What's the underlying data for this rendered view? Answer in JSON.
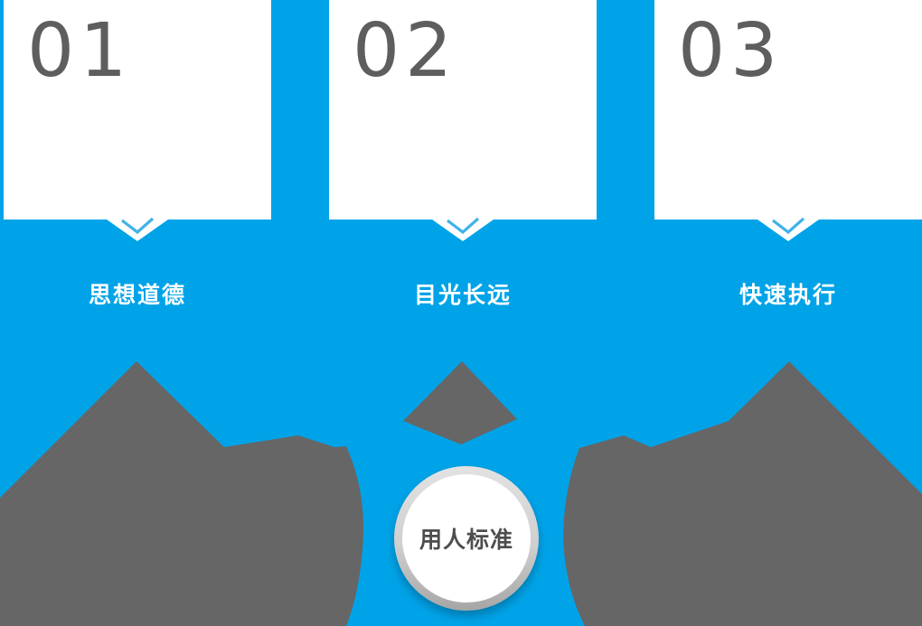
{
  "diagram": {
    "steps": [
      {
        "number": "01",
        "label": "思想道德"
      },
      {
        "number": "02",
        "label": "目光长远"
      },
      {
        "number": "03",
        "label": "快速执行"
      }
    ],
    "center_label": "用人标准"
  },
  "colors": {
    "background_blue": "#00a3e8",
    "card_white": "#ffffff",
    "number_gray": "#5e5e5e",
    "label_white": "#ffffff",
    "silhouette_gray": "#666666",
    "chevron_light_blue": "#3fb2e9",
    "circle_ring_gray": "#bfbfbf",
    "circle_text_gray": "#4d4d4d"
  }
}
